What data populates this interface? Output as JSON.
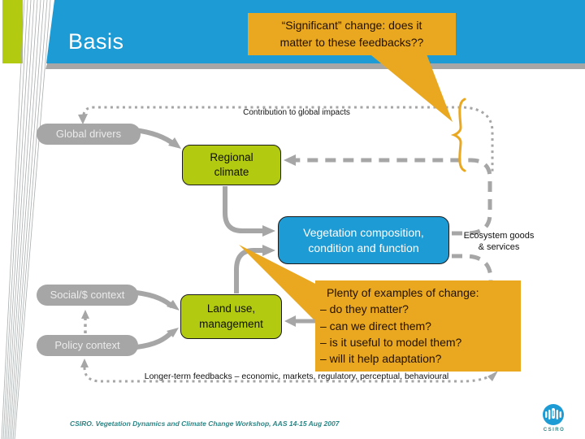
{
  "title": "Basis",
  "callout_top": "“Significant” change: does it\nmatter to these feedbacks??",
  "contribution_label": "Contribution to global impacts",
  "nodes": {
    "global_drivers": "Global drivers",
    "regional_climate": "Regional\nclimate",
    "vegetation": "Vegetation composition,\ncondition and function",
    "ecosystem": "Ecosystem goods\n& services",
    "social_context": "Social/$ context",
    "policy_context": "Policy context",
    "land_use": "Land use,\nmanagement"
  },
  "callout_examples": {
    "heading": "Plenty of examples of change:",
    "items": [
      "– do they matter?",
      "– can we direct them?",
      "– is it useful to model them?",
      "– will it help adaptation?"
    ]
  },
  "feedback_label": "Longer-term feedbacks – economic, markets, regulatory, perceptual, behavioural",
  "footer": "CSIRO. Vegetation Dynamics and Climate Change Workshop, AAS 14-15 Aug 2007",
  "logo": "CSIRO",
  "colors": {
    "banner_blue": "#1d9bd5",
    "chartreuse_green": "#b2cb10",
    "callout_orange": "#e9a81f",
    "diagram_gray": "#a6a6a6",
    "footer_teal": "#2e8585"
  }
}
